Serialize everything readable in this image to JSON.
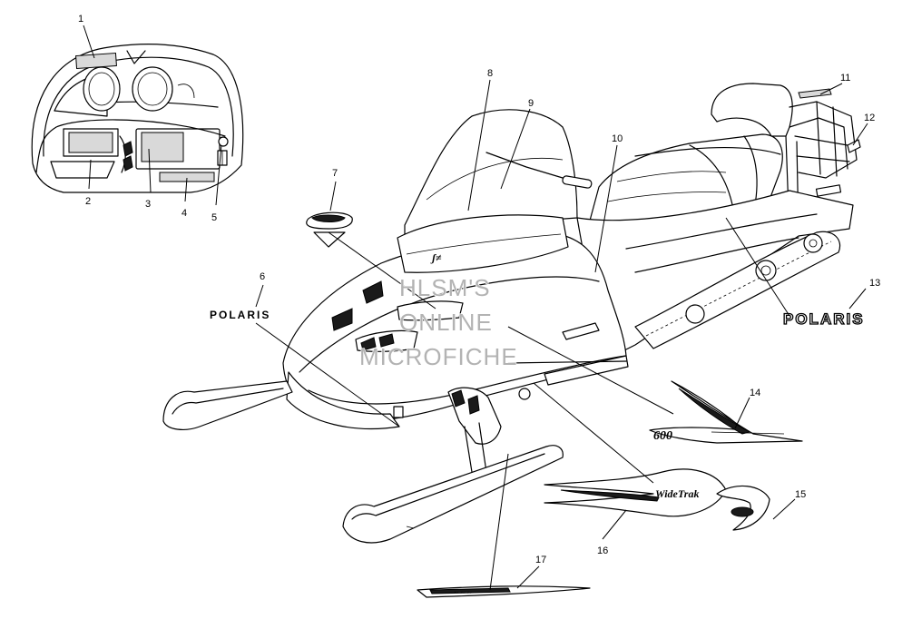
{
  "diagram": {
    "callouts": [
      "1",
      "2",
      "3",
      "4",
      "5",
      "6",
      "7",
      "8",
      "9",
      "10",
      "11",
      "12",
      "13",
      "14",
      "15",
      "16",
      "17"
    ],
    "watermark": {
      "line1": "HLSM'S",
      "line2": "ONLINE",
      "line3": "MICROFICHE"
    },
    "decal_text": {
      "polaris_small": "POLARIS",
      "polaris_large": "POLARIS",
      "model_number": "600",
      "widetrak": "WideTrak"
    }
  }
}
